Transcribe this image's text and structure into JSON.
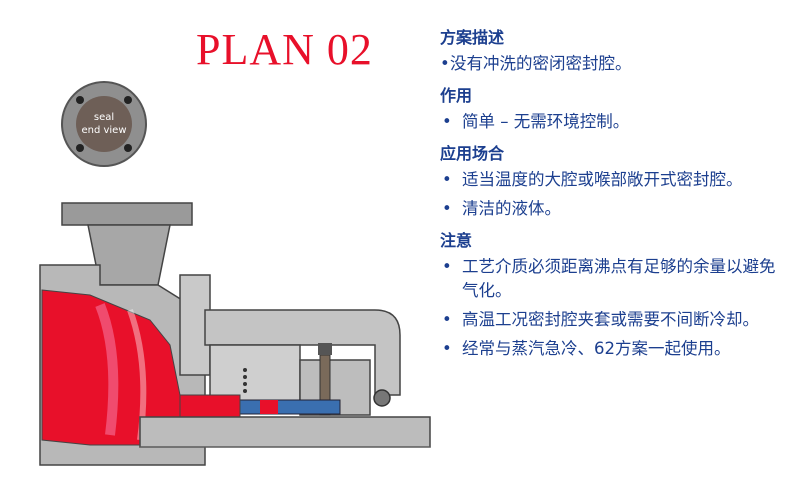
{
  "title": "PLAN 02",
  "badge": {
    "line1": "seal",
    "line2": "end view"
  },
  "sections": [
    {
      "heading": "方案描述",
      "items": [
        "没有冲洗的密闭密封腔。"
      ],
      "tight": true
    },
    {
      "heading": "作用",
      "items": [
        "简单 – 无需环境控制。"
      ]
    },
    {
      "heading": "应用场合",
      "items": [
        "适当温度的大腔或喉部敞开式密封腔。",
        "清洁的液体。"
      ]
    },
    {
      "heading": "注意",
      "items": [
        "工艺介质必须距离沸点有足够的余量以避免气化。",
        "高温工况密封腔夹套或需要不间断冷却。",
        "经常与蒸汽急冷、62方案一起使用。"
      ]
    }
  ],
  "colors": {
    "title": "#e8102a",
    "text": "#1c3f8f",
    "seal_red": "#e8102a",
    "metal": "#b8b8b8",
    "dark": "#3a3a3a"
  }
}
